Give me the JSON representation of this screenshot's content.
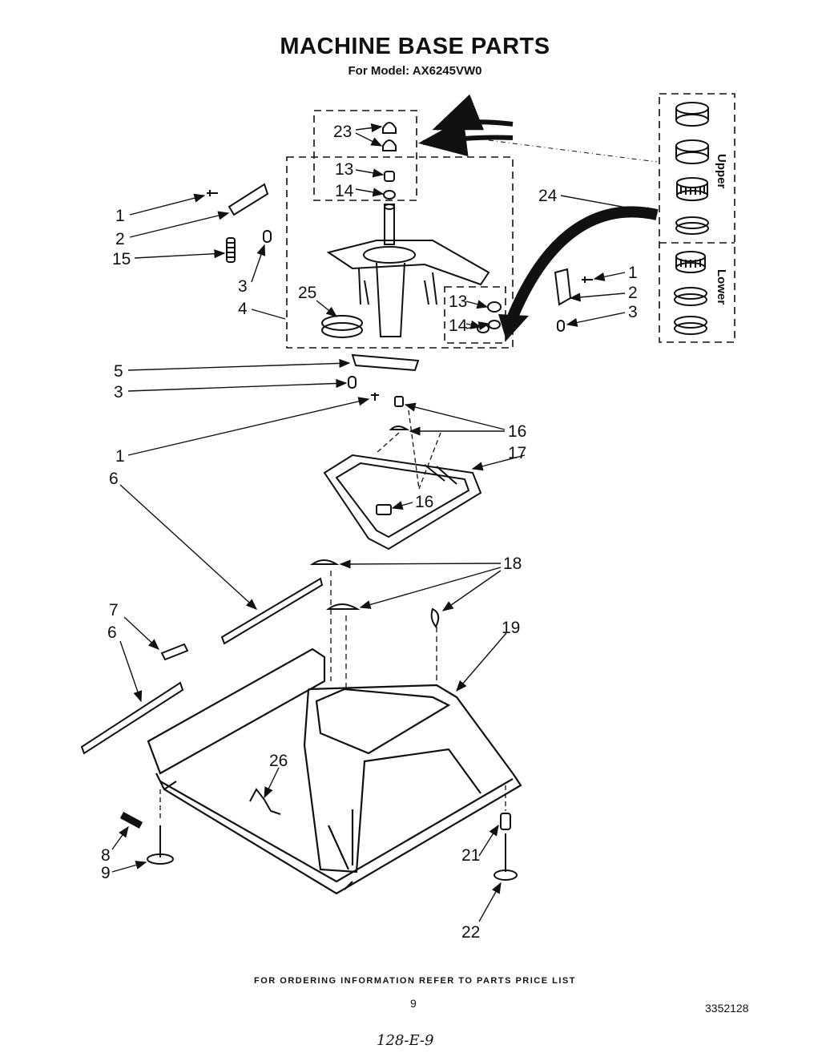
{
  "header": {
    "title": "MACHINE BASE PARTS",
    "subtitle": "For Model: AX6245VW0"
  },
  "inset_labels": {
    "upper": "Upper",
    "lower": "Lower"
  },
  "callouts": {
    "c1a": "1",
    "c2a": "2",
    "c15": "15",
    "c3a": "3",
    "c4": "4",
    "c23": "23",
    "c13a": "13",
    "c14a": "14",
    "c24": "24",
    "c25": "25",
    "c13b": "13",
    "c14b": "14",
    "c1b": "1",
    "c2b": "2",
    "c3b": "3",
    "c5": "5",
    "c3c": "3",
    "c1c": "1",
    "c16a": "16",
    "c17": "17",
    "c16b": "16",
    "c6a": "6",
    "c18": "18",
    "c7": "7",
    "c6b": "6",
    "c19": "19",
    "c26": "26",
    "c8": "8",
    "c9": "9",
    "c21": "21",
    "c22": "22"
  },
  "footer": {
    "ordering_note": "FOR ORDERING INFORMATION REFER TO PARTS PRICE LIST",
    "page_number": "9",
    "document_number": "3352128",
    "handwritten_note": "128-E-9"
  }
}
